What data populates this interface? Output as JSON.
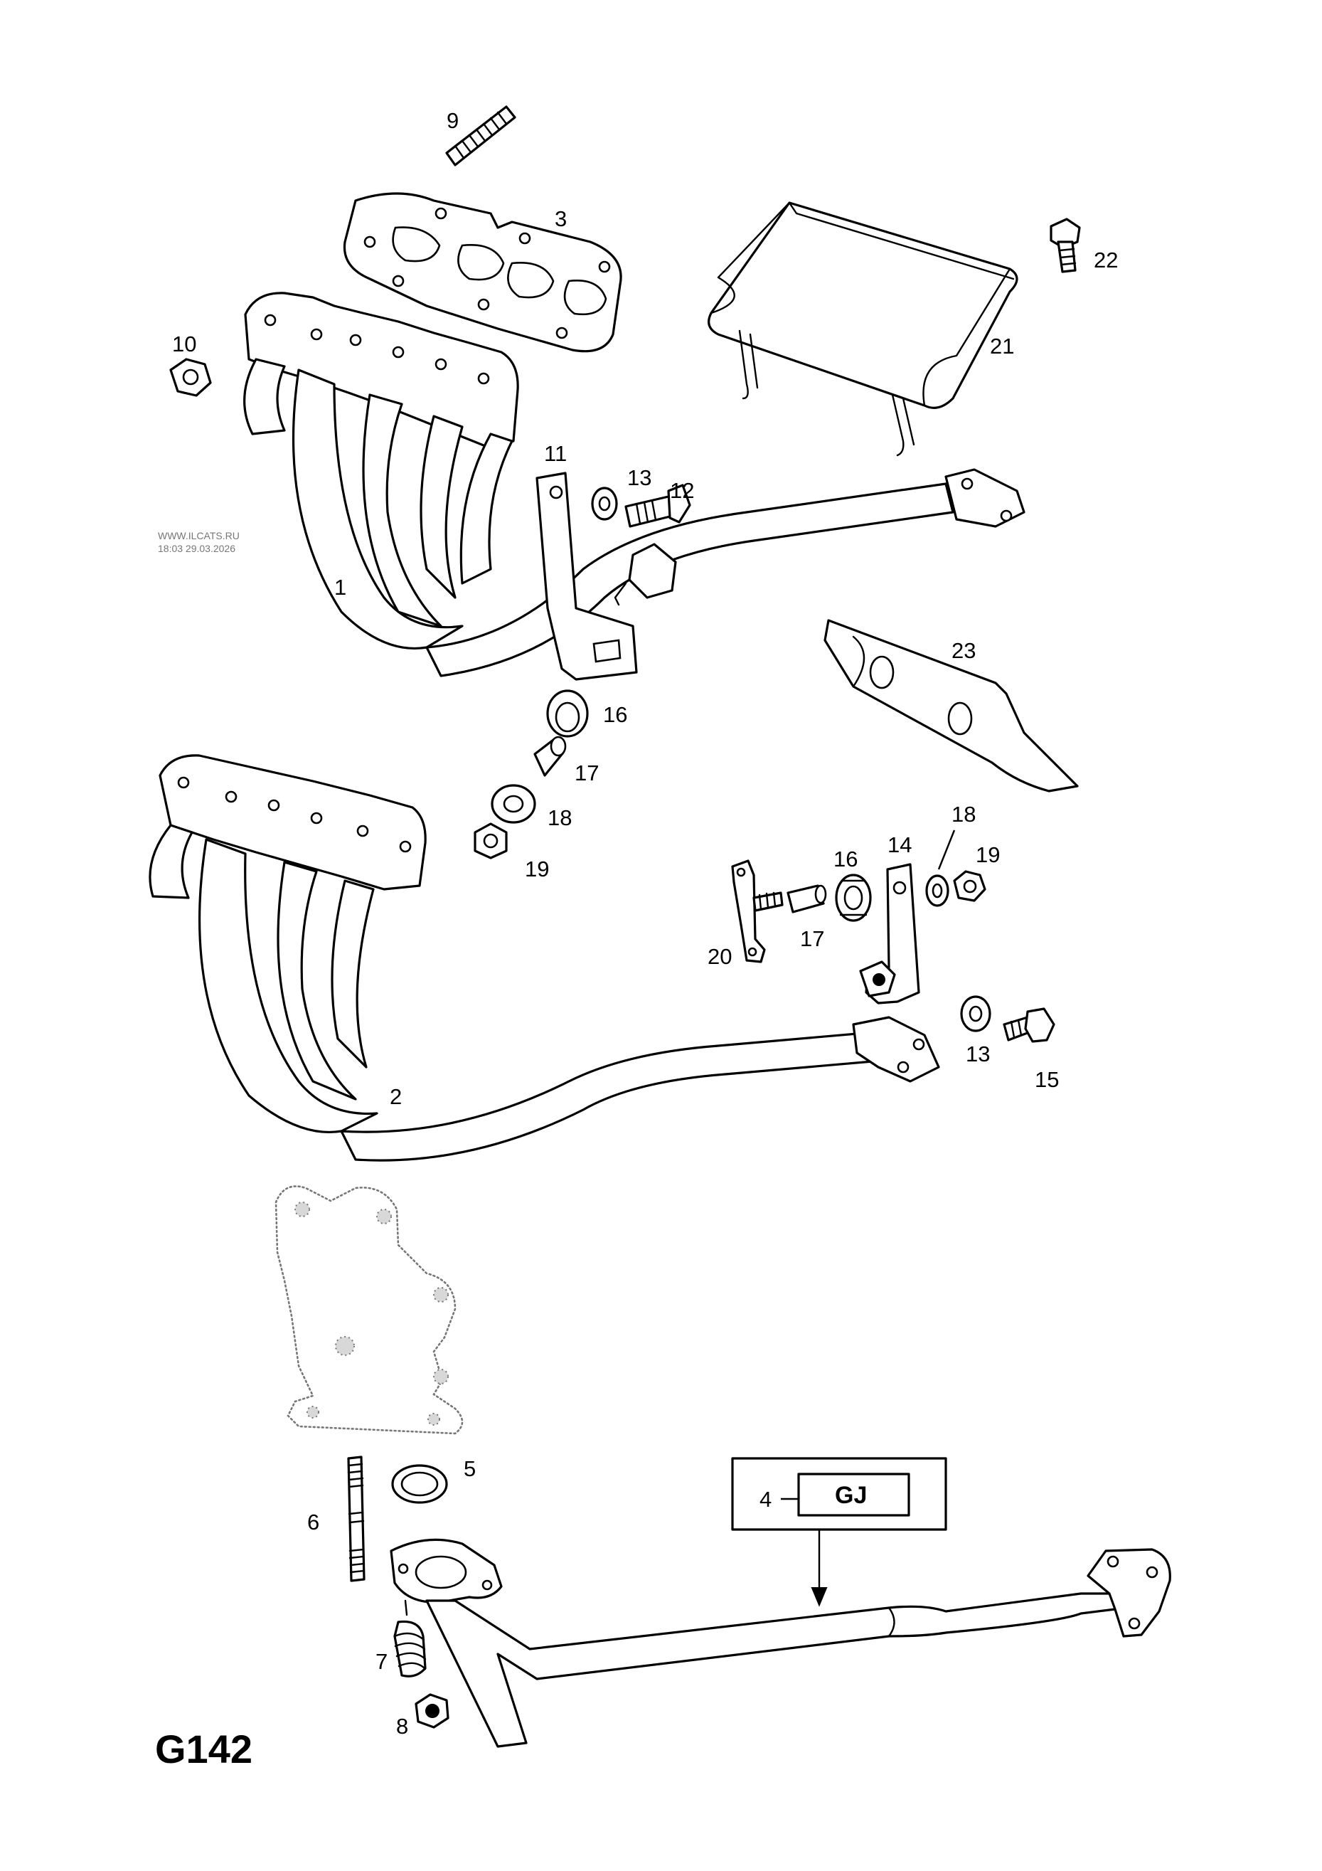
{
  "watermark": {
    "site": "WWW.ILCATS.RU",
    "timestamp": "18:03 29.03.2026"
  },
  "diagram_code": "G142",
  "variant_box": {
    "part_ref": "4",
    "code": "GJ"
  },
  "callouts": {
    "p1": "1",
    "p2": "2",
    "p3": "3",
    "p4": "4",
    "p5": "5",
    "p6": "6",
    "p7": "7",
    "p8": "8",
    "p9": "9",
    "p10": "10",
    "p11": "11",
    "p12": "12",
    "p13a": "13",
    "p13b": "13",
    "p14": "14",
    "p15": "15",
    "p16a": "16",
    "p16b": "16",
    "p17a": "17",
    "p17b": "17",
    "p18a": "18",
    "p18b": "18",
    "p19a": "19",
    "p19b": "19",
    "p20": "20",
    "p21": "21",
    "p22": "22",
    "p23": "23"
  }
}
